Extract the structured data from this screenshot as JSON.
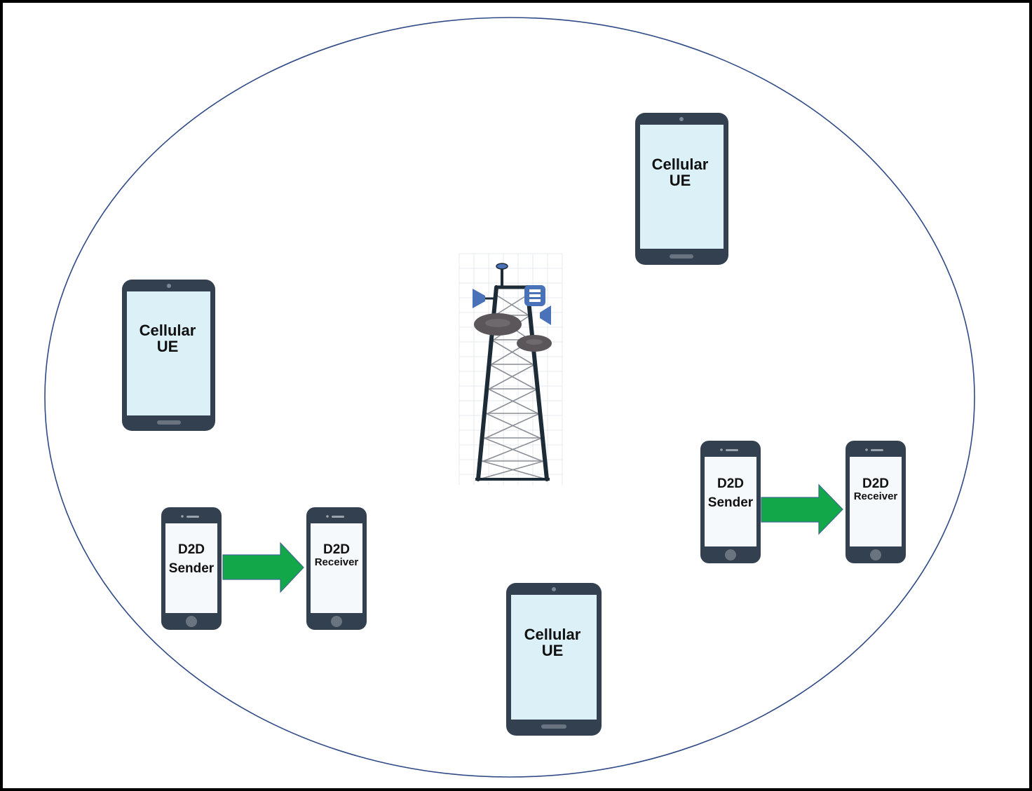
{
  "diagram": {
    "cellular_ue": [
      {
        "line1": "Cellular",
        "line2": "UE"
      },
      {
        "line1": "Cellular",
        "line2": "UE"
      },
      {
        "line1": "Cellular",
        "line2": "UE"
      }
    ],
    "d2d_pairs": [
      {
        "sender_line1": "D2D",
        "sender_line2": "Sender",
        "receiver_line1": "D2D",
        "receiver_line2": "Receiver"
      },
      {
        "sender_line1": "D2D",
        "sender_line2": "Sender",
        "receiver_line1": "D2D",
        "receiver_line2": "Receiver"
      }
    ]
  },
  "colors": {
    "frame": "#000000",
    "cell_boundary": "#2f4a86",
    "device_body": "#33404f",
    "tablet_screen": "#dcf0f8",
    "phone_screen": "#f5f9fc",
    "arrow": "#12a84a",
    "tower": "#1d2b36",
    "dish": "#5a5659",
    "antenna": "#4a72b8"
  }
}
